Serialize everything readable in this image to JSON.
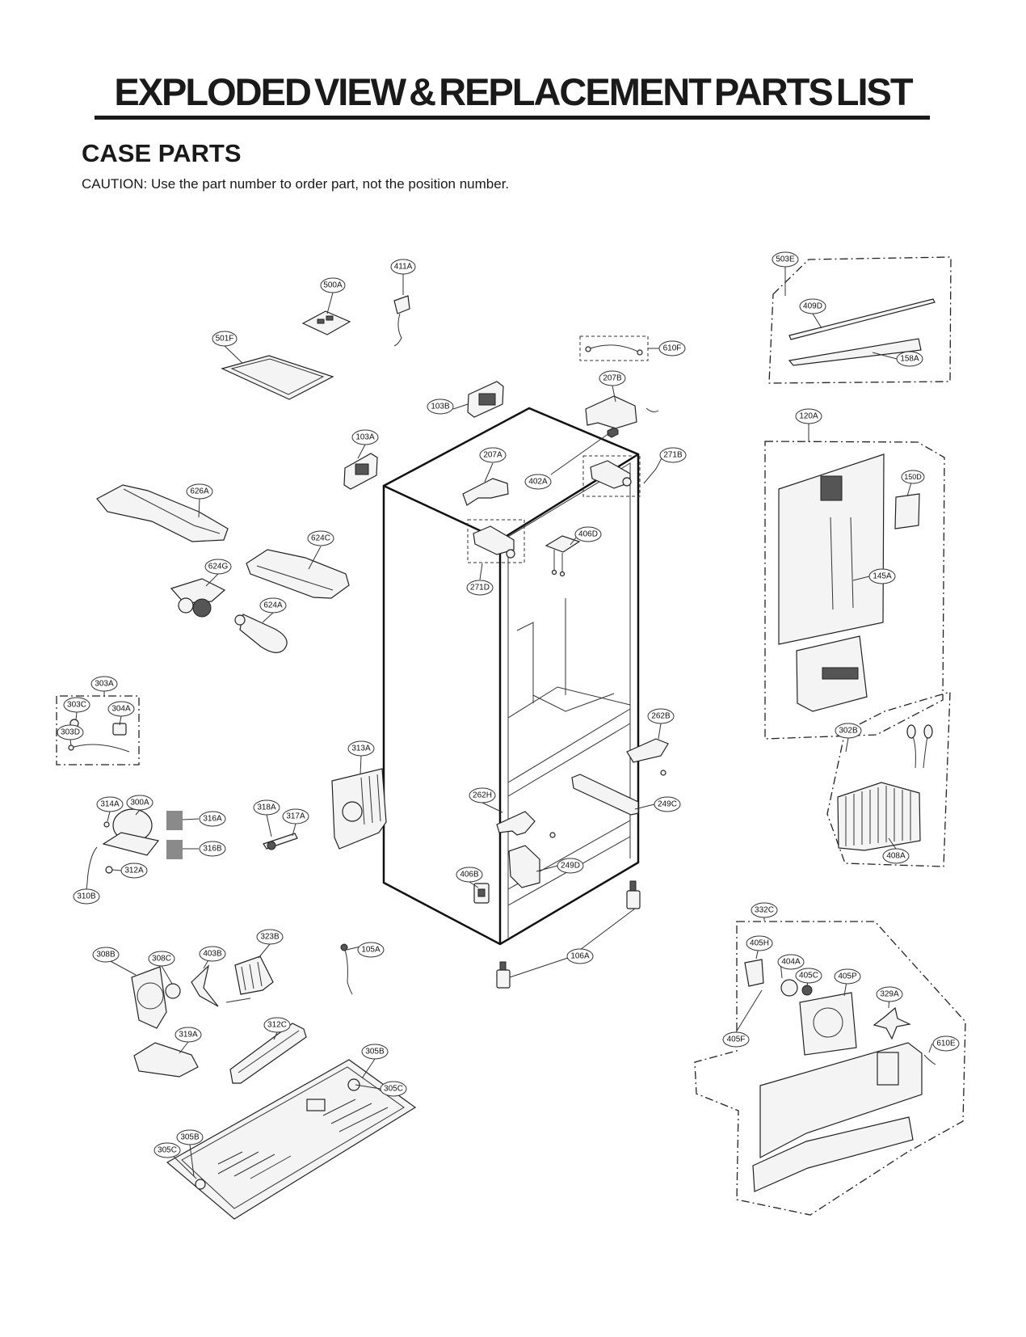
{
  "header": {
    "title": "EXPLODED VIEW & REPLACEMENT PARTS LIST",
    "section": "CASE PARTS",
    "caution": "CAUTION: Use the part number to order part, not the position number."
  },
  "callouts": {
    "c411A": "411A",
    "c500A": "500A",
    "c501F": "501F",
    "c610F": "610F",
    "c503E": "503E",
    "c409D": "409D",
    "c158A": "158A",
    "c207B": "207B",
    "c103B": "103B",
    "c120A": "120A",
    "c103A": "103A",
    "c207A": "207A",
    "c402A": "402A",
    "c271B": "271B",
    "c150D": "150D",
    "c626A": "626A",
    "c624C": "624C",
    "c406D": "406D",
    "c624G": "624G",
    "c271D": "271D",
    "c145A": "145A",
    "c624A": "624A",
    "c303A": "303A",
    "c303C": "303C",
    "c304A": "304A",
    "c303D": "303D",
    "c262B": "262B",
    "c302B": "302B",
    "c313A": "313A",
    "c262H": "262H",
    "c249C": "249C",
    "c300A": "300A",
    "c314A": "314A",
    "c318A": "318A",
    "c317A": "317A",
    "c316A": "316A",
    "c316B": "316B",
    "c408A": "408A",
    "c249D": "249D",
    "c312A": "312A",
    "c406B": "406B",
    "c310B": "310B",
    "c332C": "332C",
    "c323B": "323B",
    "c308B": "308B",
    "c308C": "308C",
    "c403B": "403B",
    "c105A": "105A",
    "c106A": "106A",
    "c405H": "405H",
    "c404A": "404A",
    "c405C": "405C",
    "c405P": "405P",
    "c329A": "329A",
    "c319A": "319A",
    "c312C": "312C",
    "c405F": "405F",
    "c610E": "610E",
    "c305B": "305B",
    "c305C": "305C",
    "c305B2": "305B",
    "c305C2": "305C"
  }
}
